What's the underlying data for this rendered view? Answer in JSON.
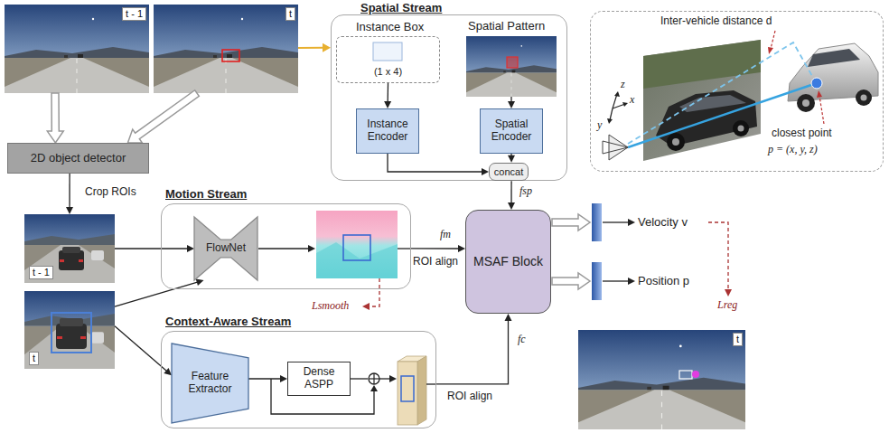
{
  "diagram": {
    "nodes": [
      {
        "text": [
          "t - 1"
        ]
      },
      {
        "text": [
          "t"
        ]
      },
      {
        "text": [
          "Spatial Stream"
        ]
      },
      {
        "text": [
          "Instance Box",
          "(1 x 4)"
        ],
        "in": 2
      },
      {
        "text": [
          "Spatial Pattern"
        ],
        "in": 2
      },
      {
        "text": [
          "Instance Encoder"
        ],
        "in": 2
      },
      {
        "text": [
          "Spatial Encoder"
        ],
        "in": 2
      },
      {
        "text": [
          "concat"
        ],
        "in": 2
      },
      {
        "text": [
          "Inter-vehicle distance d",
          "closest point",
          "p = (x, y, z)"
        ]
      },
      {
        "text": [
          "2D object detector"
        ]
      },
      {
        "text": [
          "Motion Stream"
        ]
      },
      {
        "text": [
          "FlowNet"
        ],
        "in": 10
      },
      {
        "text": [
          "t - 1"
        ]
      },
      {
        "text": [
          "t"
        ]
      },
      {
        "text": [
          "MSAF Block"
        ]
      },
      {
        "text": [
          "Context-Aware Stream"
        ]
      },
      {
        "text": [
          "Feature Extractor"
        ],
        "in": 15
      },
      {
        "text": [
          "Dense ASPP"
        ],
        "in": 15
      },
      {
        "text": [
          "t"
        ]
      }
    ],
    "edges": [
      {
        "from": 0,
        "to": 9,
        "arrow": "to"
      },
      {
        "from": 1,
        "to": 9,
        "arrow": "to"
      },
      {
        "from": 1,
        "to": 2,
        "arrow": "to"
      },
      {
        "from": 3,
        "to": 5,
        "arrow": "to"
      },
      {
        "from": 4,
        "to": 6,
        "arrow": "to"
      },
      {
        "from": 5,
        "to": 7,
        "arrow": "to"
      },
      {
        "from": 6,
        "to": 7,
        "arrow": "to"
      },
      {
        "from": 7,
        "to": 14,
        "arrow": "to",
        "label": "fsp"
      },
      {
        "from": 9,
        "to": 12,
        "arrow": "to",
        "label": "Crop ROIs"
      },
      {
        "from": 12,
        "to": 11,
        "arrow": "to"
      },
      {
        "from": 13,
        "to": 11,
        "arrow": "to"
      },
      {
        "from": 13,
        "to": 16,
        "arrow": "to"
      },
      {
        "from": 16,
        "to": 17,
        "arrow": "to"
      },
      {
        "from": 10,
        "to": 14,
        "arrow": "to",
        "label": "fm"
      },
      {
        "from": 15,
        "to": 14,
        "arrow": "to",
        "label": "fc"
      }
    ],
    "labels": [
      "ROI align",
      "Lsmooth",
      "ROI align",
      "Velocity v",
      "Position p",
      "Lreg",
      "z",
      "x",
      "y"
    ]
  }
}
